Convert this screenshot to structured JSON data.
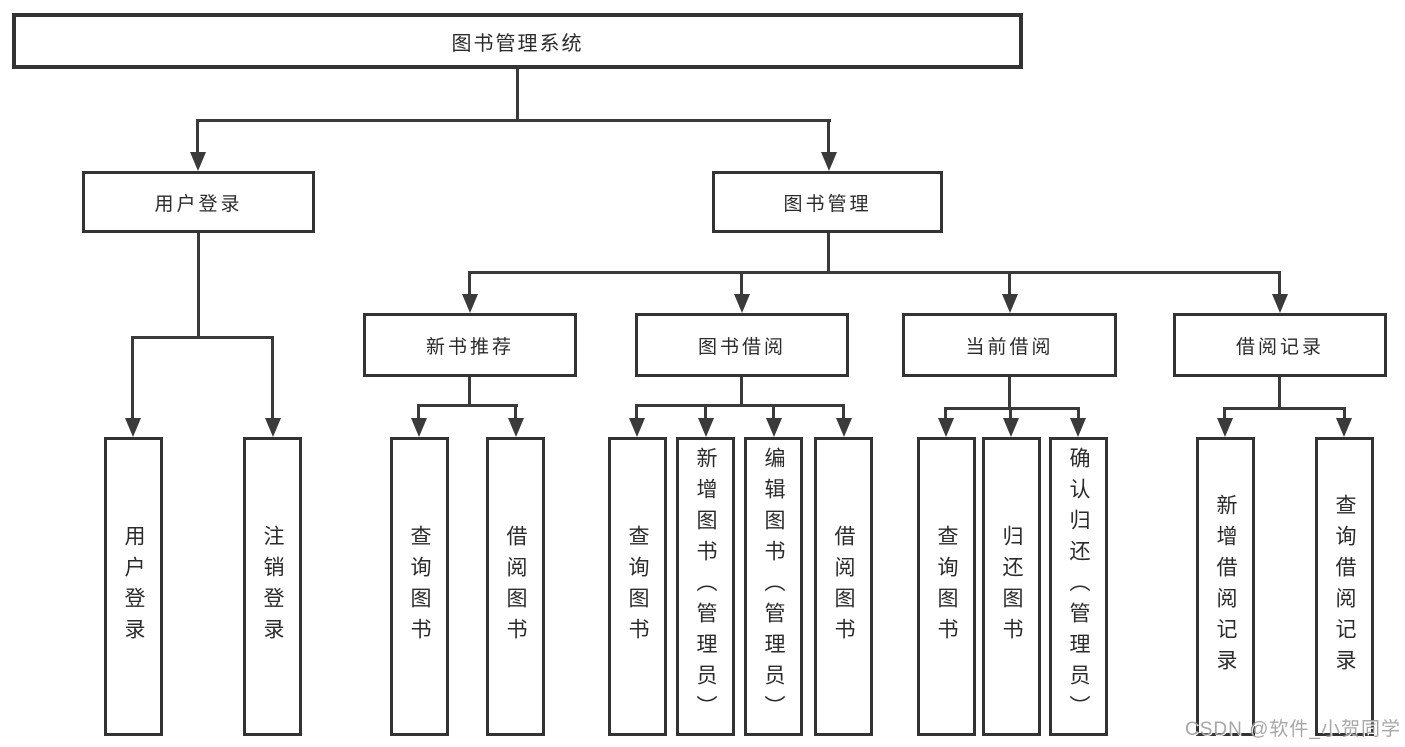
{
  "tree": {
    "root": "图书管理系统",
    "branches": [
      {
        "label": "用户登录",
        "children": [
          "用户登录",
          "注销登录"
        ]
      },
      {
        "label": "图书管理",
        "sub": [
          {
            "label": "新书推荐",
            "children": [
              "查询图书",
              "借阅图书"
            ]
          },
          {
            "label": "图书借阅",
            "children": [
              "查询图书",
              "新增图书（管理员）",
              "编辑图书（管理员）",
              "借阅图书"
            ]
          },
          {
            "label": "当前借阅",
            "children": [
              "查询图书",
              "归还图书",
              "确认归还（管理员）"
            ]
          },
          {
            "label": "借阅记录",
            "children": [
              "新增借阅记录",
              "查询借阅记录"
            ]
          }
        ]
      }
    ]
  },
  "watermark": "CSDN @软件_小贺同学",
  "colors": {
    "line": "#3a3a3a",
    "box_border": "#333333",
    "text": "#2b2b2b",
    "watermark": "#9e9e9e",
    "background": "#ffffff"
  }
}
